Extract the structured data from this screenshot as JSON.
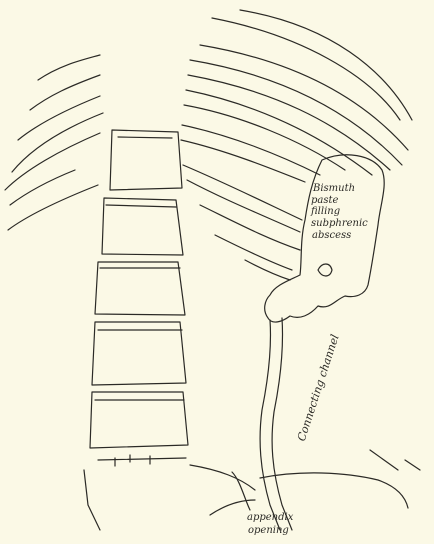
{
  "labels": {
    "bismuth": "Bismuth",
    "paste": "paste",
    "filling": "filling",
    "subphrenic": "subphrenic",
    "abscess": "abscess",
    "channel": "Connecting channel",
    "appendix_line1": "appendix",
    "appendix_line2": "opening"
  }
}
